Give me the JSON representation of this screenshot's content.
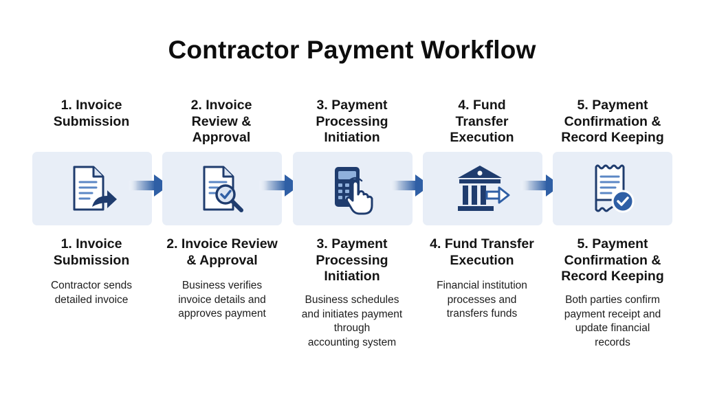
{
  "title": "Contractor Payment Workflow",
  "colors": {
    "navy": "#1f3c6e",
    "tile_bg": "#e8eef7",
    "accent": "#2f5fa5"
  },
  "steps": [
    {
      "top_title": "1. Invoice\nSubmission",
      "icon": "document-send-icon",
      "bottom_title": "1. Invoice\nSubmission",
      "description": "Contractor sends\ndetailed invoice"
    },
    {
      "top_title": "2. Invoice\nReview &\nApproval",
      "icon": "document-search-check-icon",
      "bottom_title": "2. Invoice Review\n& Approval",
      "description": "Business verifies\ninvoice details and\napproves payment"
    },
    {
      "top_title": "3. Payment\nProcessing\nInitiation",
      "icon": "payment-terminal-tap-icon",
      "bottom_title": "3. Payment\nProcessing\nInitiation",
      "description": "Business schedules\nand initiates payment\nthrough\naccounting system"
    },
    {
      "top_title": "4. Fund\nTransfer\nExecution",
      "icon": "bank-transfer-icon",
      "bottom_title": "4. Fund Transfer\nExecution",
      "description": "Financial institution\nprocesses and\ntransfers funds"
    },
    {
      "top_title": "5. Payment\nConfirmation &\nRecord Keeping",
      "icon": "receipt-check-icon",
      "bottom_title": "5. Payment\nConfirmation &\nRecord Keeping",
      "description": "Both parties confirm\npayment receipt and\nupdate financial\nrecords"
    }
  ]
}
